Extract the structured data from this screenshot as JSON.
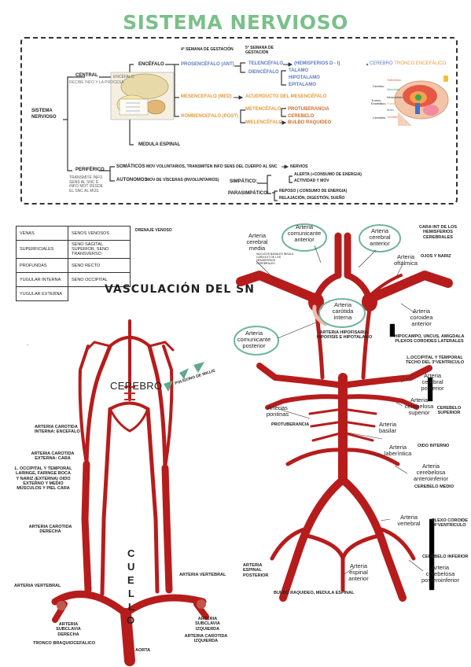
{
  "title": "SISTEMA NERVIOSO",
  "top": {
    "semana4": "4° SEMANA DE GESTACIÓN",
    "semana5": "5° SEMANA DE GESTACIÓN",
    "sistema_nervioso": "SISTEMA NERVIOSO",
    "central": "CENTRAL",
    "central_sub": "RECIBE INFO Y LA PROCESA",
    "encefalo": "ENCÉFALO",
    "encefalo_img_label": "ENCÉFALO",
    "prosencefalo": "PROSENCÉFALO (ANT)",
    "telencefalo": "TELENCÉFALO",
    "hemisferios": "(HEMISFERIOS D - I)",
    "diencefalo": "DIENCÉFALO",
    "talamo": "TALAMO",
    "hipotalamo": "HIPOTALAMO",
    "epitalamo": "EPITALAMO",
    "mesencefalo": "MESENCEFALO (MED)",
    "acueducto": "ACUERDUCTO DEL MESENCÉFALO",
    "rombencefalo": "ROMBENCEFALO (POST)",
    "metencefalo": "METENCÉFALO",
    "protuberancia": "PROTUBERANCIA",
    "cerebelo": "CEREBELO",
    "mielencefalo": "MIELENCÉFALO",
    "bulbo": "BULBO RAQUIDEO",
    "medula": "MEDULA ESPINAL",
    "periferico": "PERIFÉRICO",
    "periferico_sub": "TRANSMITE INFO SENS AL SNC E INFO MOT DESDE EL SNC AL MÚS",
    "somaticos": "SOMÁTICOS",
    "somaticos_desc": "MOV VOLUNTARIOS, TRANSMITEN INFO SENS DEL CUERPO AL SNC",
    "nervios": "NERVIOS",
    "autonomos": "AUTONOMOS",
    "autonomos_desc": "MOV DE VÍSCERAS (INVOLUNTARIOS)",
    "simpatico": "SIMPÁTICO:",
    "simp_1": "ALERTA (+CONSUMO DE ENERGIA)",
    "simp_2": "ACTIVIDAD Y MOV",
    "parasimpatico": "PARASIMPÁTICO:",
    "para_1": "REPOSO (-CONSUMO DE ENERGIA)",
    "para_2": "RELAJACIÓN, DIGESTIÓN, SUEÑO",
    "cerebro_tronco_a": "CEREBRO",
    "cerebro_tronco_b": "TRONCO ENCEFÁLICO",
    "brain_cerebro": "Cerebro",
    "brain_tronco": "Tronco Encefálico",
    "brain_cerebelo": "Cerebelo",
    "brain_labels": [
      "Telencéfalo",
      "Diencéfalo",
      "Mesencéfalo",
      "Puente",
      "Bulbo",
      "Cerebelo"
    ]
  },
  "veins_table": {
    "headers": [
      "VENAS",
      "SENOS VENOSOS"
    ],
    "rows": [
      [
        "SUPERFICIALES",
        "SENO SAGITAL SUPERIOR, SENO TRANSVERSO"
      ],
      [
        "PROFUNDAS",
        "SENO RECTO"
      ],
      [
        "YUGULAR INTERNA",
        "SENO OCCIPITAL"
      ],
      [
        "YUGULAR EXTERNA",
        ""
      ]
    ],
    "drenaje": "DRENAJE VENOSO"
  },
  "left_diagram": {
    "title": "VASCULACIÓN DEL SN",
    "cerebro": "CEREBRO",
    "poligono": "POLÍGONO DE WILLIS",
    "cuello": [
      "C",
      "U",
      "E",
      "L",
      "L",
      "O"
    ],
    "carotida_interna": "ARTERIA CAROTIDA INTERNA: ENCEFALO",
    "carotida_externa": "ARTERIA CAROTIDA EXTERNA: CARA",
    "externa_ramas": "L. OCCIPITAL Y TEMPORAL LARINGE, FARINGE BOCA Y NARIZ (EXTERNA) OIDO EXTERNO Y MEDIO MÚSCULOS Y PIEL CARA",
    "carotida_derecha": "ARTERIA CAROTIDA DERECHA",
    "vertebral_izq": "ARTERIA VERTEBRAL",
    "vertebral_der": "ARTERIA VERTEBRAL",
    "subclavia_der": "ARTERIA SUBCLAVIA DERECHA",
    "subclavia_izq": "ARTERIA SUBCLAVIA IZQUIERDA",
    "carotida_izq": "ARTERIA CAROTIDA IZQUIERDA",
    "tronco": "TRONCO BRAQUIOCEFALICO",
    "aorta": "AORTA"
  },
  "right_diagram": {
    "a_cerebral_media": "Arteria cerebral media",
    "a_com_anterior": "Arteria comunicante anterior",
    "a_cer_anterior": "Arteria cerebral anterior",
    "cara_int": "CARA INT DE LOS HEMISFERIOS CEREBRALES",
    "ojos_nariz": "OJOS Y NARIZ",
    "a_oftalmica": "Arteria oftálmica",
    "nucleos": "NUCLEOS BASALES ÍNSULA CARA EXT DE LOS HEMISFERIOS CEREBRALES",
    "a_carotida_interna": "Arteria carótida interna",
    "a_coroidea_ant": "Arteria coroidea anterior",
    "hipocampo": "HIPOCAMPO, UNCUS, AMIGDALA PLEXOS COROIDES LATERALES",
    "a_com_posterior": "Arteria comunicante posterior",
    "hipofisaria": "ARTERIA HIPOFISARIA: HIPOFISIS E HIPOTALAMO",
    "l_occipital": "L.OCCIPITAL Y TEMPORAL TECHO DEL 3°VENTRICULO",
    "a_cer_posterior": "Arteria cerebral posterior",
    "a_cerebelosa_sup": "Arteria cerebelosa superior",
    "cerebelo_superior": "CEREBELO SUPERIOR",
    "a_pontinas": "Arterias pontinas",
    "protuberancia": "PROTUBERANCIA",
    "a_basilar": "Arteria basilar",
    "oido_interno": "OIDO INTERNO",
    "a_laberintica": "Arteria laberíntica",
    "a_cerebelosa_ai": "Arteria cerebelosa anteroinferior",
    "cerebelo_medio": "CEREBELO MEDIO",
    "a_vertebral": "Arteria vertebral",
    "plexo_coroide": "PLEXO COROIDE 4°VENTRICULO",
    "cerebelo_inferior": "CEREBELO INFERIOR",
    "a_espinal_post": "ARTERIA ESPINAL POSTERIOR",
    "a_espinal_ant": "Arteria espinal anterior",
    "a_cerebelosa_pi": "Arteria cerebelosa posteroinferior",
    "bulbo_medula": "BULBO RAQUIDEO, MEDULA ESPINAL"
  }
}
